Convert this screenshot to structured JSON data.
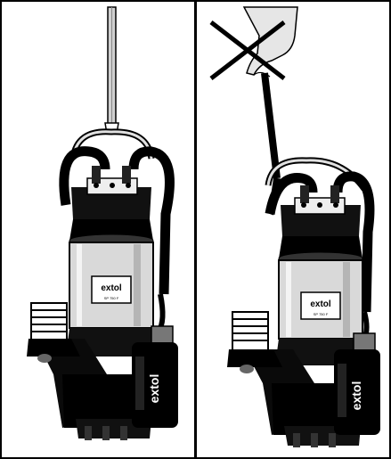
{
  "panels": [
    {
      "id": "correct-lifting",
      "label_on_pump": "extol",
      "label_on_float": "extol",
      "model_text": "SP 750 F",
      "crossed_out": false
    },
    {
      "id": "incorrect-lifting-by-cable",
      "label_on_pump": "extol",
      "label_on_float": "extol",
      "model_text": "SP 750 F",
      "crossed_out": true
    }
  ],
  "colors": {
    "ink": "#000000",
    "metal": "#d9d9d9",
    "paper": "#ffffff",
    "hand": "#e6e6e6"
  }
}
